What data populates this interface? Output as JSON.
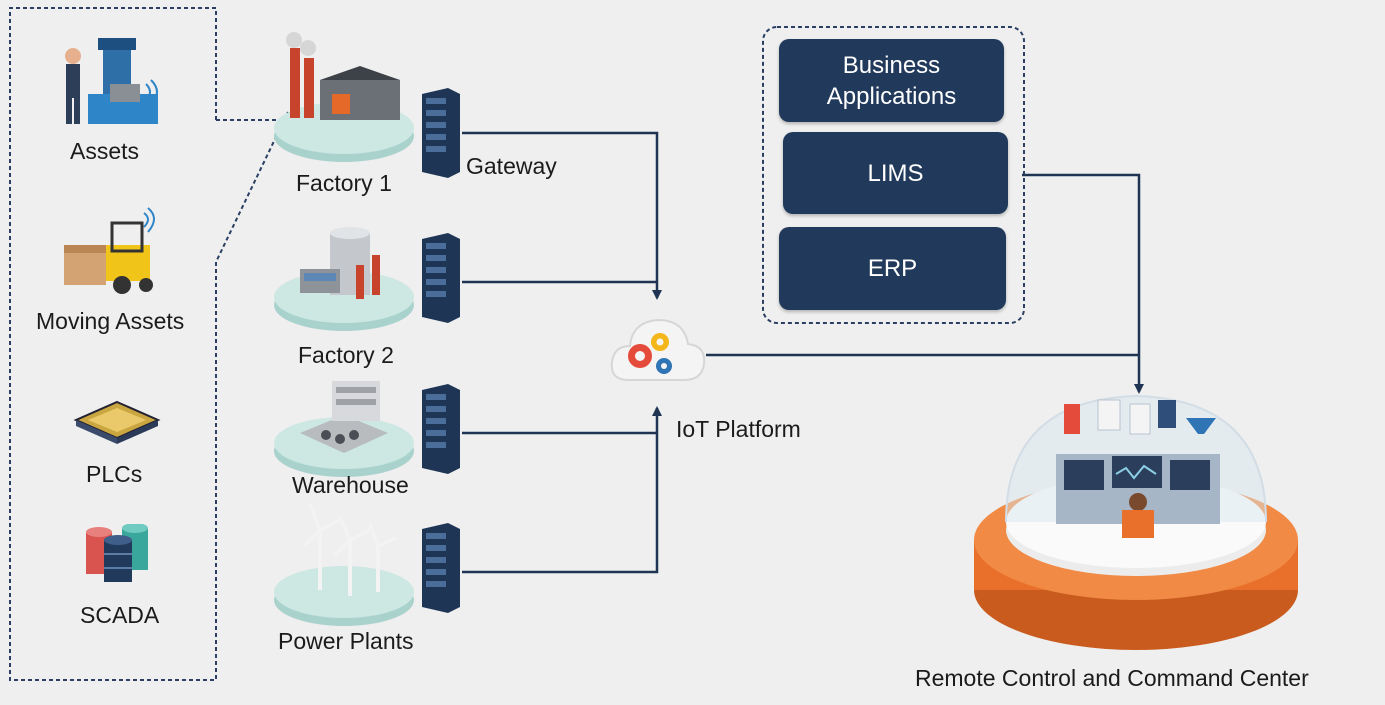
{
  "sources": {
    "assets": "Assets",
    "moving_assets": "Moving Assets",
    "plcs": "PLCs",
    "scada": "SCADA"
  },
  "sites": {
    "factory1": "Factory 1",
    "factory2": "Factory 2",
    "warehouse": "Warehouse",
    "power_plants": "Power Plants",
    "gateway": "Gateway"
  },
  "platform": {
    "label": "IoT Platform"
  },
  "apps": {
    "business": "Business Applications",
    "lims": "LIMS",
    "erp": "ERP"
  },
  "center": {
    "label": "Remote Control and Command Center"
  },
  "colors": {
    "line": "#1f3352",
    "box": "#213a5c",
    "platform_teal": "#bfe0dc",
    "orange": "#e8702a"
  }
}
